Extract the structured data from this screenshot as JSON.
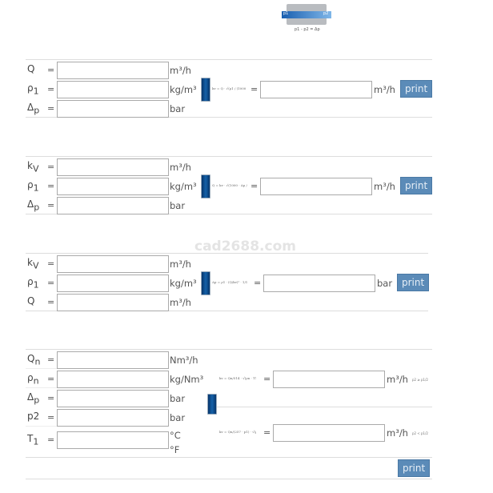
{
  "header": {
    "diagram_caption": "p1 - p2 = Δp",
    "p1": "p1",
    "p2": "p2"
  },
  "watermark": "cad2688.com",
  "block1": {
    "rows": [
      {
        "label": "Q",
        "sub": "",
        "eq": "=",
        "unit": "m³/h"
      },
      {
        "label": "ρ",
        "sub": "1",
        "eq": "=",
        "unit": "kg/m³"
      },
      {
        "label": "Δ",
        "sub": "p",
        "eq": "=",
        "unit": "bar"
      }
    ],
    "formula": "kv = Q · √(ρ1 / (1000 · Δp))",
    "eq": "=",
    "result_unit": "m³/h",
    "print": "print"
  },
  "block2": {
    "rows": [
      {
        "label": "k",
        "sub": "V",
        "eq": "=",
        "unit": "m³/h"
      },
      {
        "label": "ρ",
        "sub": "1",
        "eq": "=",
        "unit": "kg/m³"
      },
      {
        "label": "Δ",
        "sub": "p",
        "eq": "=",
        "unit": "bar"
      }
    ],
    "formula": "Q = kv · √(1000 · Δp / ρ1)",
    "eq": "=",
    "result_unit": "m³/h",
    "print": "print"
  },
  "block3": {
    "rows": [
      {
        "label": "k",
        "sub": "V",
        "eq": "=",
        "unit": "m³/h"
      },
      {
        "label": "ρ",
        "sub": "1",
        "eq": "=",
        "unit": "kg/m³"
      },
      {
        "label": "Q",
        "sub": "",
        "eq": "=",
        "unit": "m³/h"
      }
    ],
    "formula": "Δp = ρ1 · (Q/kv)² · 1/1000",
    "eq": "=",
    "result_unit": "bar",
    "print": "print"
  },
  "block4": {
    "rows": [
      {
        "label": "Q",
        "sub": "n",
        "eq": "=",
        "unit": "Nm³/h"
      },
      {
        "label": "ρ",
        "sub": "n",
        "eq": "=",
        "unit": "kg/Nm³"
      },
      {
        "label": "Δ",
        "sub": "p",
        "eq": "=",
        "unit": "bar"
      },
      {
        "label": "p2",
        "sub": "",
        "eq": "=",
        "unit": "bar"
      },
      {
        "label": "T",
        "sub": "1",
        "eq": "=",
        "unit": "°C",
        "unit2": "°F"
      }
    ],
    "formula1": "kv = Qn/514 · √(ρn · T1 / (Δp · p2))",
    "formula2": "kv = Qn/(257 · p1) · √(ρn · T1)",
    "eq": "=",
    "result_unit": "m³/h",
    "cond1": "p2 ≥ p1/2",
    "cond2": "p2 < p1/2",
    "print": "print"
  }
}
